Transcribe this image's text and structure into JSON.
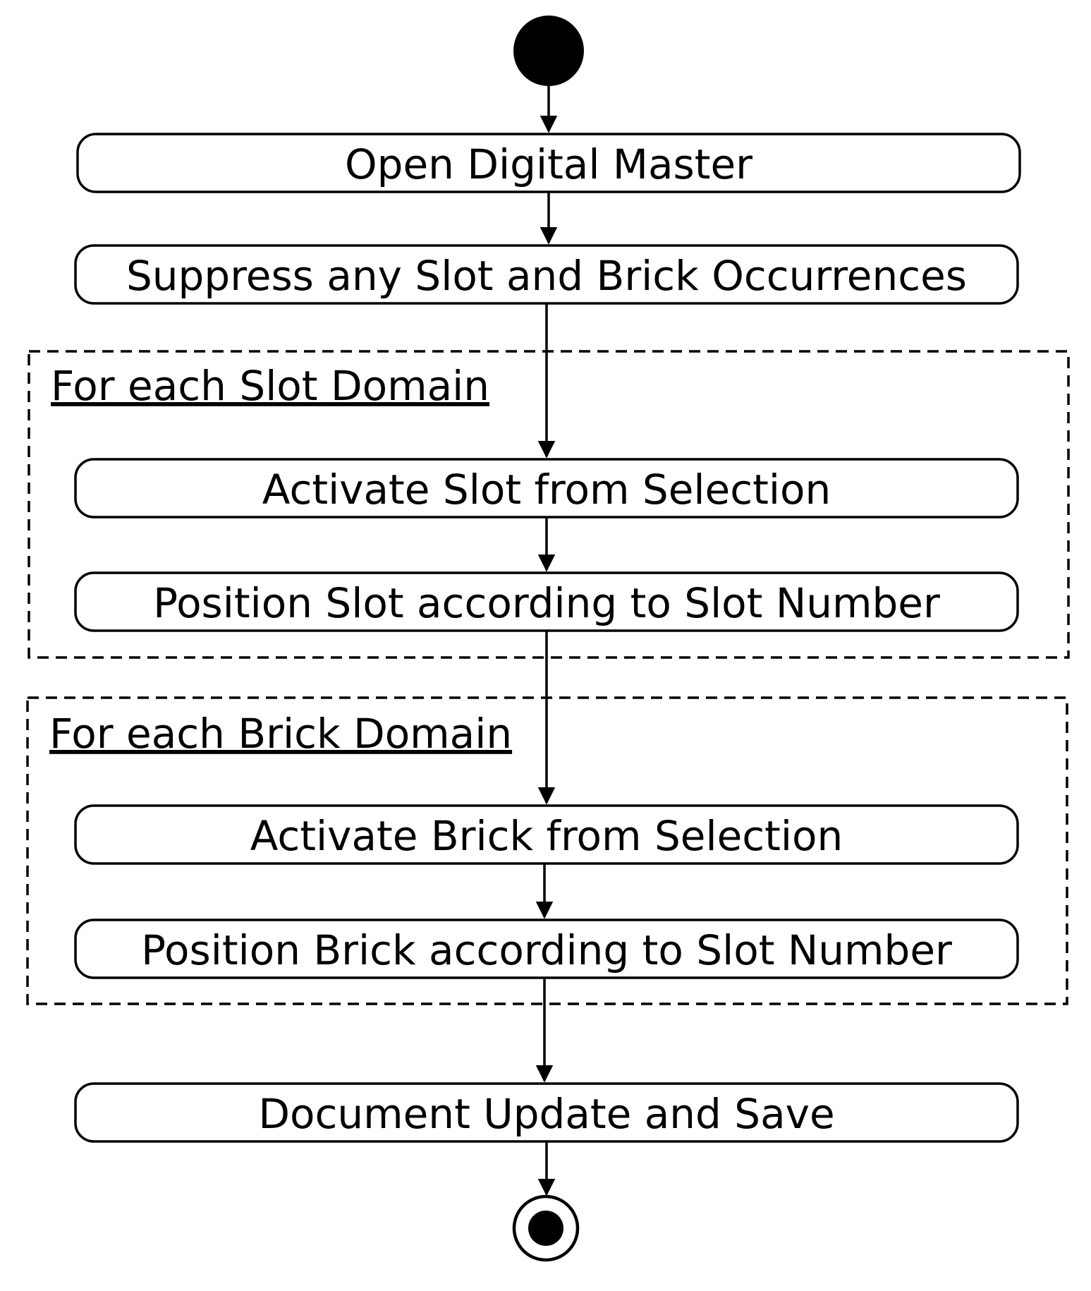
{
  "diagram": {
    "start_node": "initial-node",
    "end_node": "final-node",
    "actions": {
      "open": "Open Digital Master",
      "suppress": "Suppress any Slot and Brick Occurrences",
      "activate_slot": "Activate Slot from Selection",
      "position_slot": "Position Slot according to Slot Number",
      "activate_brick": "Activate Brick from Selection",
      "position_brick": "Position Brick according to Slot Number",
      "update_save": "Document Update and Save"
    },
    "loops": {
      "slot": "For each Slot Domain",
      "brick": "For each Brick Domain"
    }
  }
}
